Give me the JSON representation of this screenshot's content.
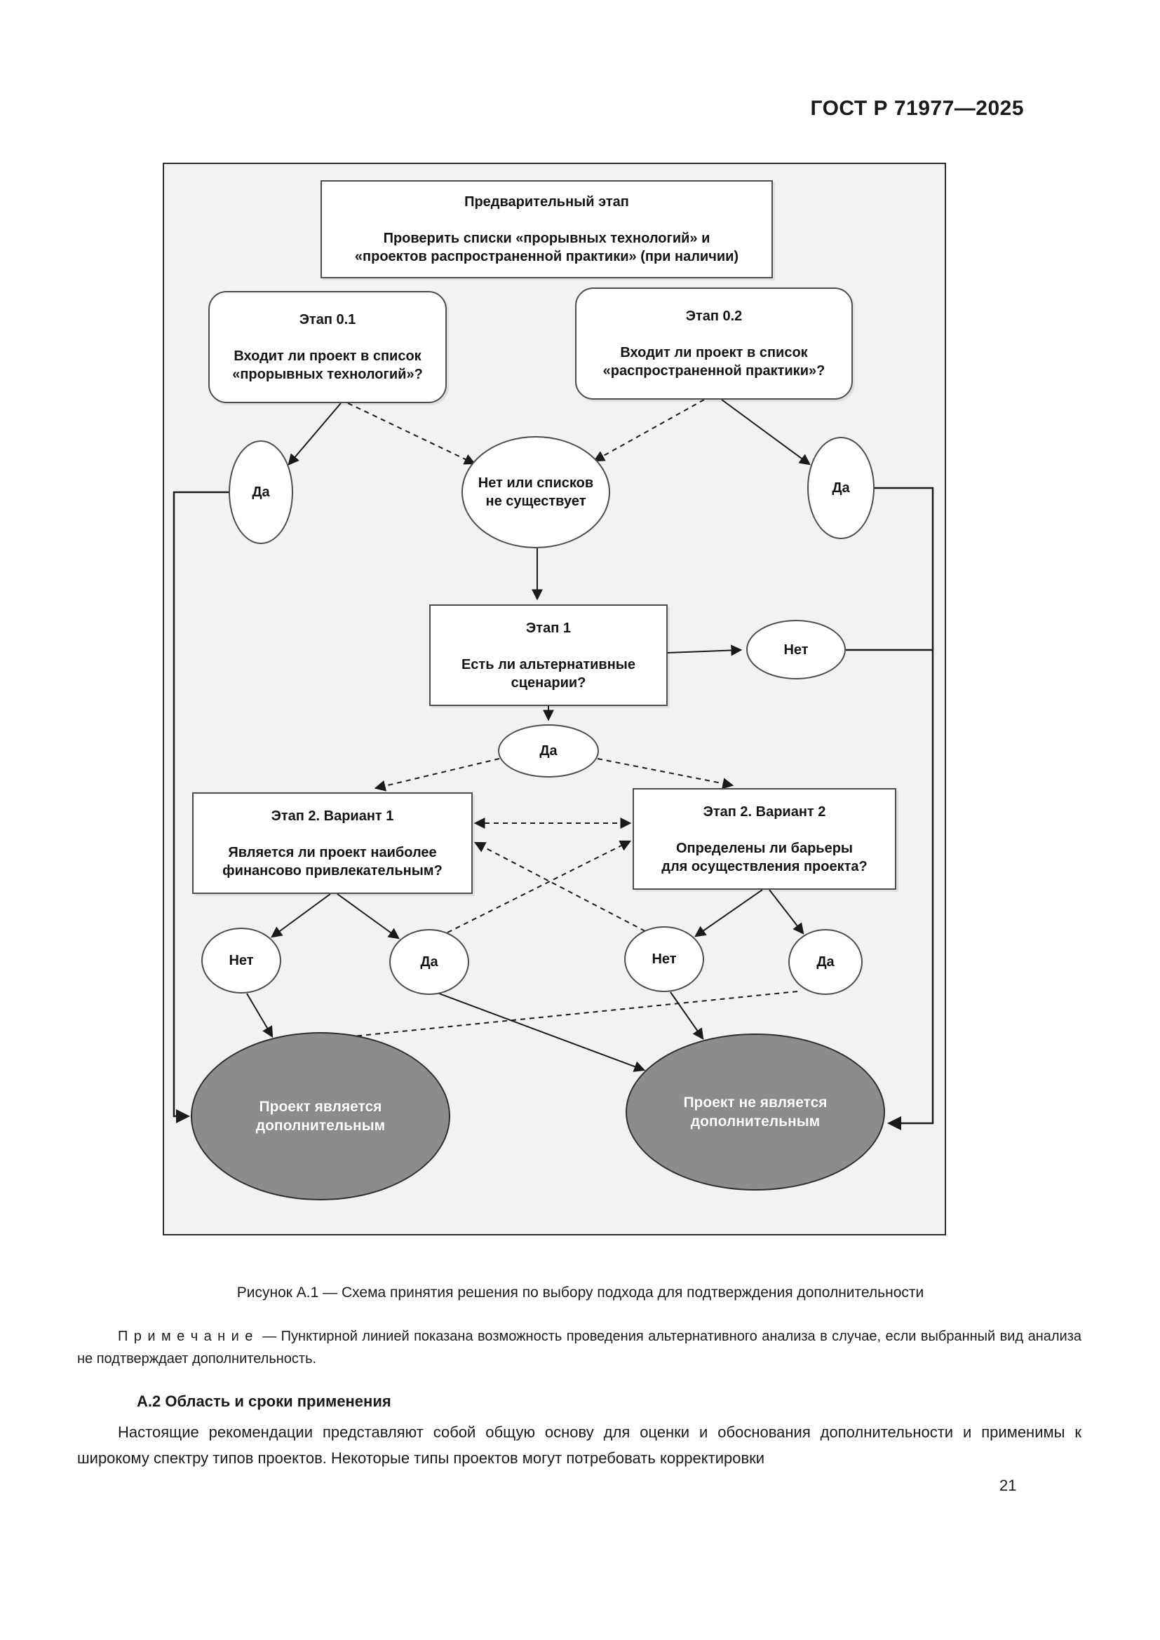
{
  "page": {
    "header": "ГОСТ Р 71977—2025",
    "caption": "Рисунок А.1 — Схема принятия решения по выбору подхода для подтверждения дополнительности",
    "note_label": "П р и м е ч а н и е",
    "note_text": "— Пунктирной линией показана возможность проведения альтернативного анализа в случае, если выбранный вид анализа не подтверждает дополнительность.",
    "section_heading": "А.2  Область и сроки применения",
    "body_paragraph": "Настоящие рекомендации представляют собой общую основу для оценки и обоснования дополнительности и применимы к широкому спектру типов проектов. Некоторые типы проектов могут потребовать корректировки",
    "page_number": "21"
  },
  "flowchart": {
    "colors": {
      "canvas_bg": "#f2f2f2",
      "result_fill": "#8c8c8c",
      "line": "#1a1a1a"
    },
    "prelim": {
      "title": "Предварительный этап",
      "lines": [
        "Проверить списки «прорывных технологий» и",
        "«проектов распространенной практики» (при наличии)"
      ]
    },
    "stage01": {
      "title": "Этап 0.1",
      "lines": [
        "Входит ли проект в список",
        "«прорывных технологий»?"
      ]
    },
    "stage02": {
      "title": "Этап 0.2",
      "lines": [
        "Входит ли проект в список",
        "«распространенной практики»?"
      ]
    },
    "da_left": "Да",
    "no_lists": {
      "lines": [
        "Нет или списков",
        "не существует"
      ]
    },
    "da_right": "Да",
    "stage1": {
      "title": "Этап 1",
      "lines": [
        "Есть ли альтернативные",
        "сценарии?"
      ]
    },
    "net_stage1": "Нет",
    "da_stage1": "Да",
    "var1": {
      "title": "Этап 2. Вариант 1",
      "lines": [
        "Является ли проект наиболее",
        "финансово привлекательным?"
      ]
    },
    "var2": {
      "title": "Этап 2. Вариант 2",
      "lines": [
        "Определены ли барьеры",
        "для осуществления проекта?"
      ]
    },
    "net_var1": "Нет",
    "da_var1": "Да",
    "net_var2": "Нет",
    "da_var2": "Да",
    "result_additional": {
      "lines": [
        "Проект является",
        "дополнительным"
      ]
    },
    "result_not_additional": {
      "lines": [
        "Проект не является",
        "дополнительным"
      ]
    }
  }
}
